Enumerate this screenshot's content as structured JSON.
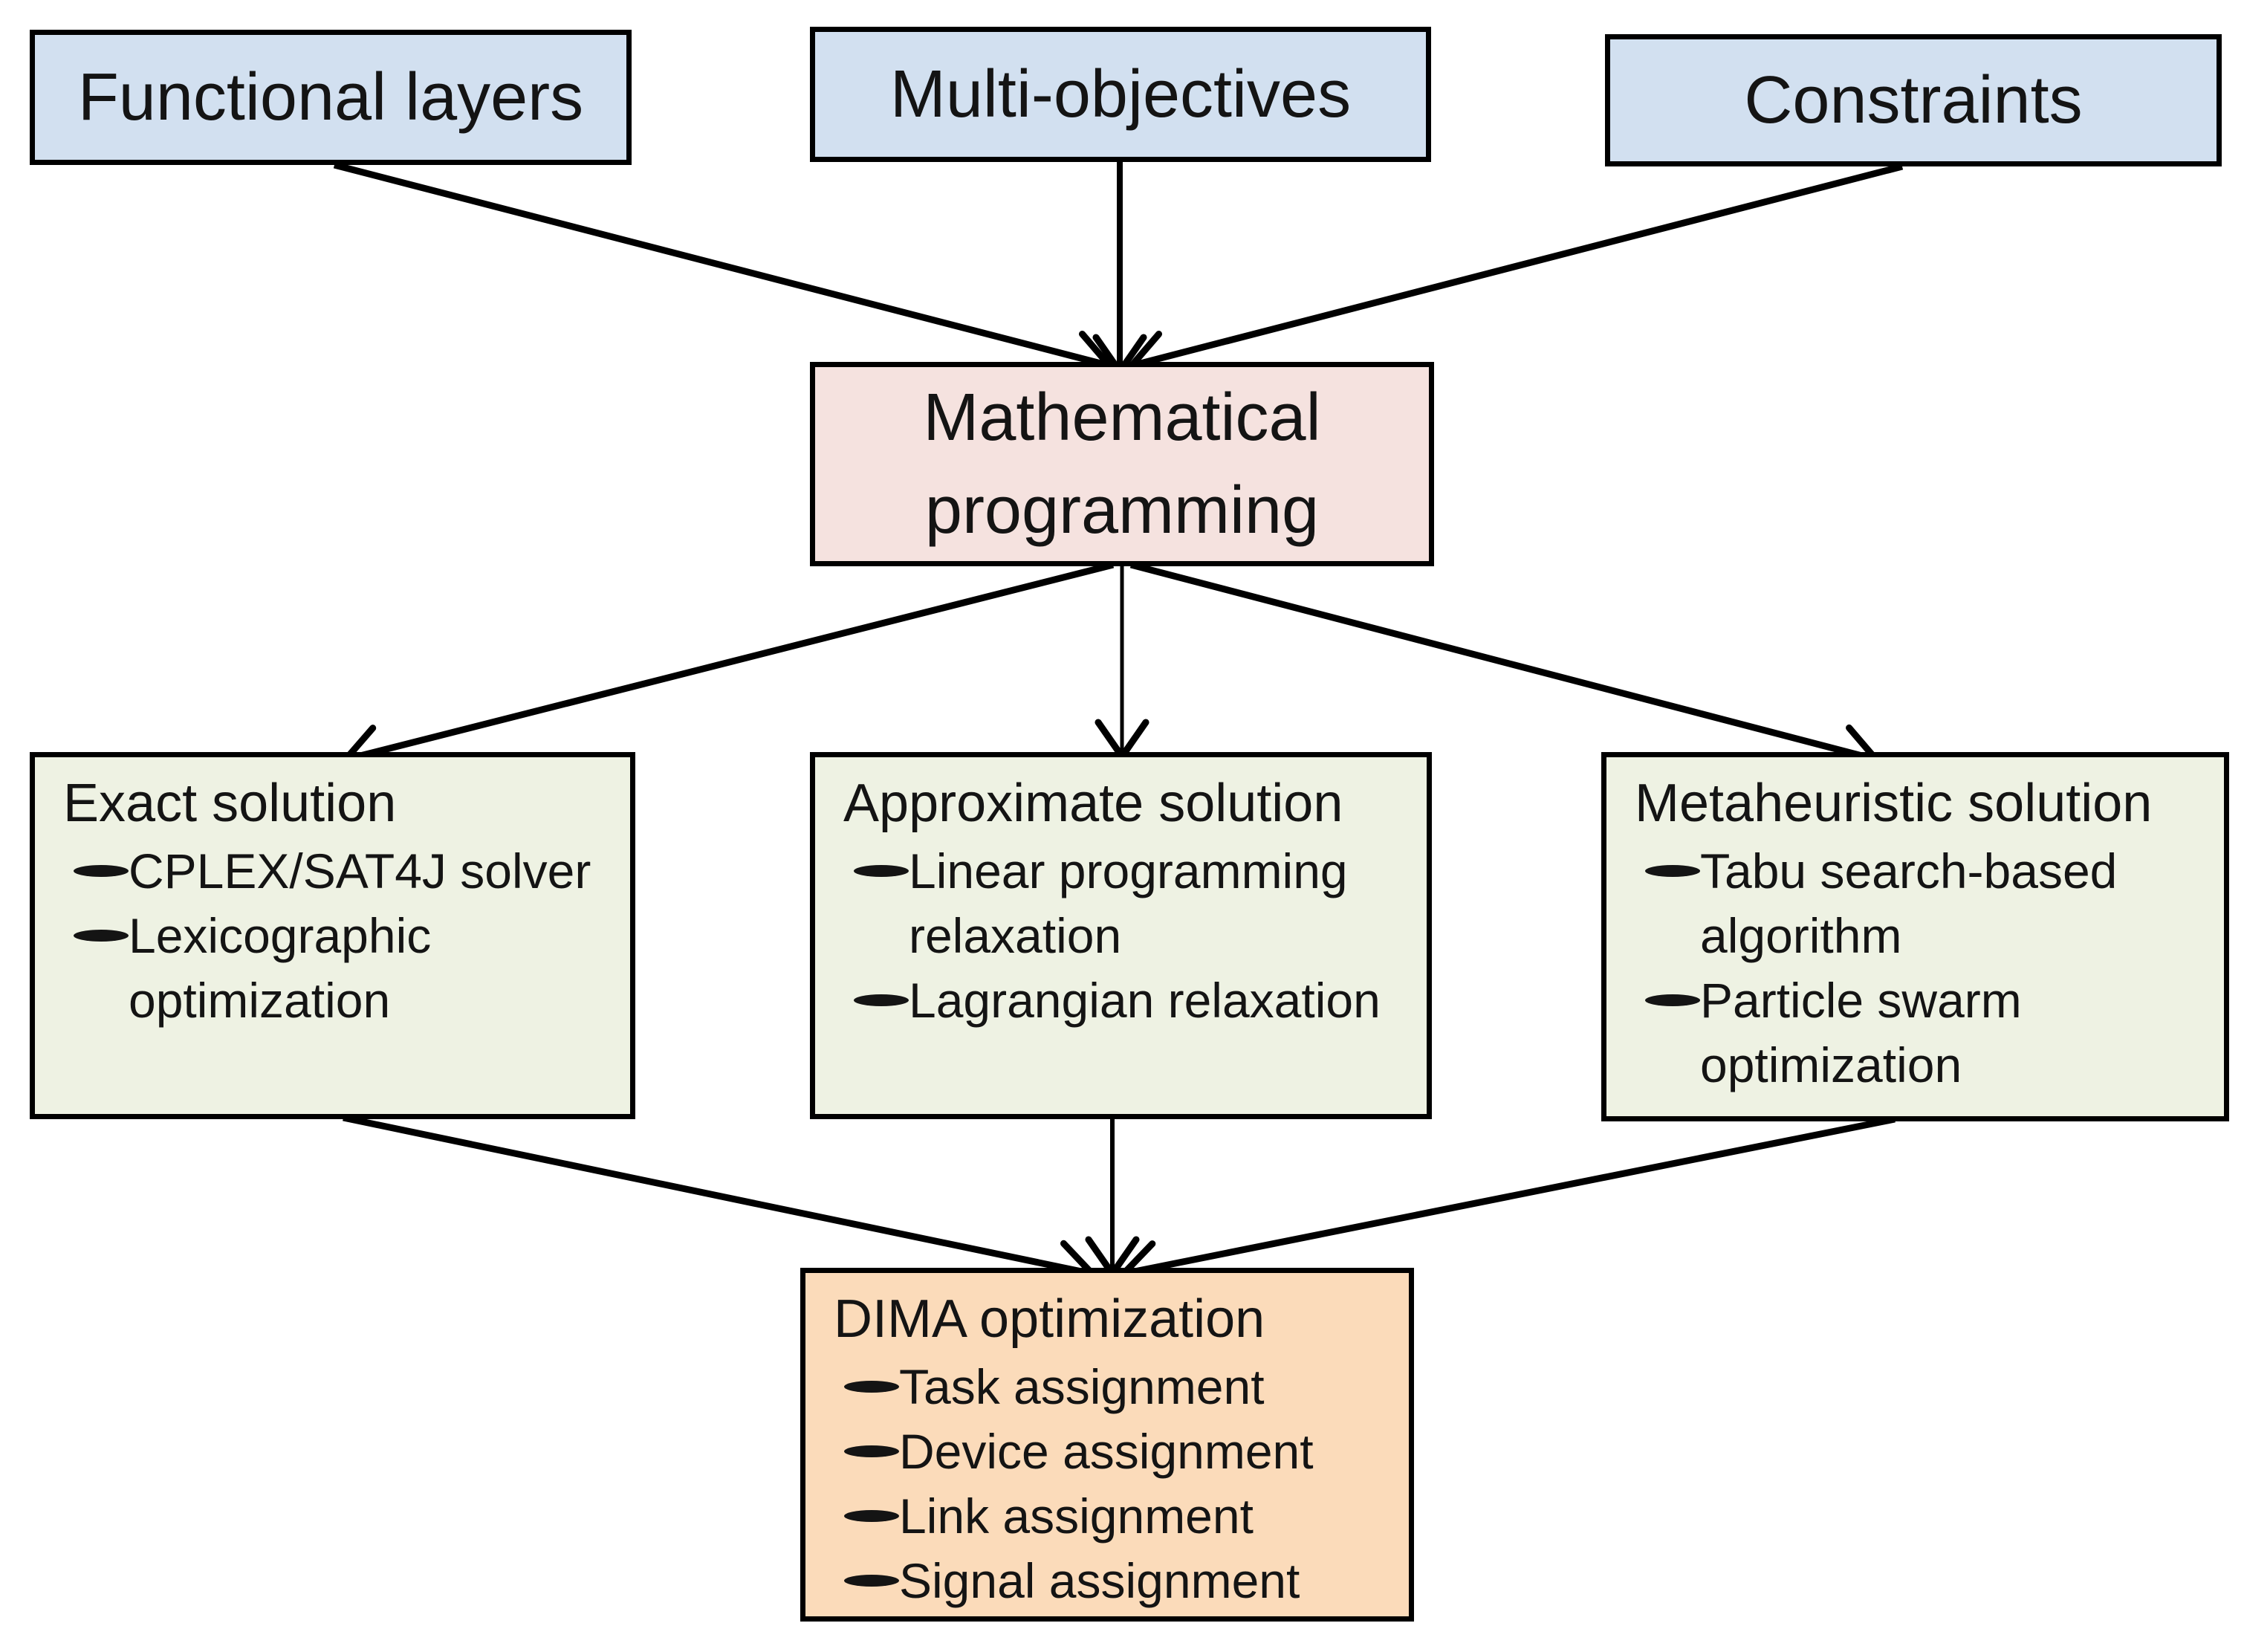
{
  "flowchart": {
    "inputs": [
      {
        "label": "Functional layers"
      },
      {
        "label": "Multi-objectives"
      },
      {
        "label": "Constraints"
      }
    ],
    "central": {
      "label": "Mathematical programming"
    },
    "solutions": [
      {
        "title": "Exact solution",
        "bullets": [
          "CPLEX/SAT4J solver",
          "Lexicographic\noptimization"
        ]
      },
      {
        "title": "Approximate solution",
        "bullets": [
          "Linear programming\nrelaxation",
          "Lagrangian relaxation"
        ]
      },
      {
        "title": "Metaheuristic solution",
        "bullets": [
          "Tabu search-based\nalgorithm",
          "Particle swarm\noptimization"
        ]
      }
    ],
    "output": {
      "title": "DIMA optimization",
      "bullets": [
        "Task assignment",
        "Device assignment",
        "Link assignment",
        "Signal assignment"
      ]
    },
    "colors": {
      "input_fill": "#d2e0f0",
      "central_fill": "#f5e2df",
      "solution_fill": "#eef2e3",
      "output_fill": "#fbdbba",
      "border_and_line": "#000000"
    }
  }
}
